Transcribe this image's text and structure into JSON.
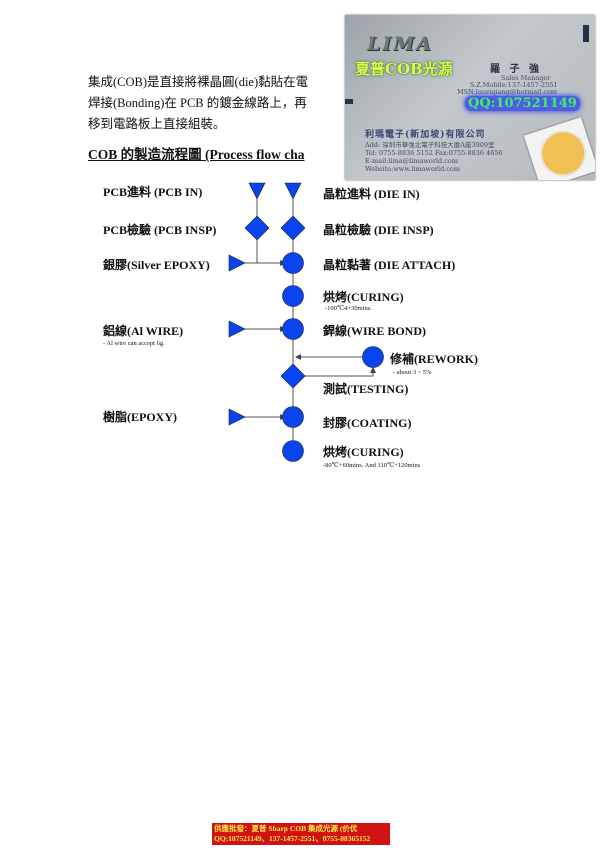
{
  "intro_lines": [
    "集成(COB)是直接將裸晶圓(die)黏貼在電",
    "焊接(Bonding)在 PCB 的鍍金線路上，再",
    "移到電路板上直接組裝。"
  ],
  "heading": "COB 的製造流程圖  (Process flow cha",
  "flow": {
    "left_labels": {
      "pcb_in": "PCB進料 (PCB IN)",
      "pcb_insp": "PCB檢驗  (PCB INSP)",
      "silver_epoxy": "銀膠(Silver  EPOXY)",
      "al_wire": "鋁線(Al WIRE)",
      "al_wire_note": "- Al wire can accept 6g.",
      "epoxy": "樹脂(EPOXY)"
    },
    "right_labels": {
      "die_in": "晶粒進料 (DIE IN)",
      "die_insp": "晶粒檢驗 (DIE INSP)",
      "die_attach": "晶粒黏著 (DIE ATTACH)",
      "curing1": "烘烤(CURING)",
      "curing1_note": "-100℃4+30mins.",
      "wire_bond": "銲線(WIRE BOND)",
      "rework": "修補(REWORK)",
      "rework_note": "- about 3 ~ 5%",
      "testing": "測試(TESTING)",
      "coating": "封膠(COATING)",
      "curing2": "烘烤(CURING)",
      "curing2_note": "-80℃+60mins. And 110℃+120mins"
    },
    "shape_color": "#0a44ee"
  },
  "business_card": {
    "logo": "LIMA",
    "brand": "夏普COB光源",
    "name": "羅 子 強",
    "title": "Sales Manager",
    "mobile": "S.Z.Mobile:137-1457-2551",
    "msn": "MSN:luoziqiang@hotmail.com",
    "qq": "QQ:107521149",
    "company": "利瑪電子(新加坡)有限公司",
    "address": "Add: 深圳市華強北電子科技大廈A座3909室",
    "tel": "Tel: 0755-8836 5152  Fax:0755-8836 4656",
    "email": "E-mail:lima@limaworld.com",
    "website": "Website:www.limaworld.com"
  },
  "footer": {
    "line1": "供應批發：夏普 Sharp COB 集成光源 (价优",
    "line2": "QQ:107521149、137-1457-2551、0755-88365152"
  }
}
